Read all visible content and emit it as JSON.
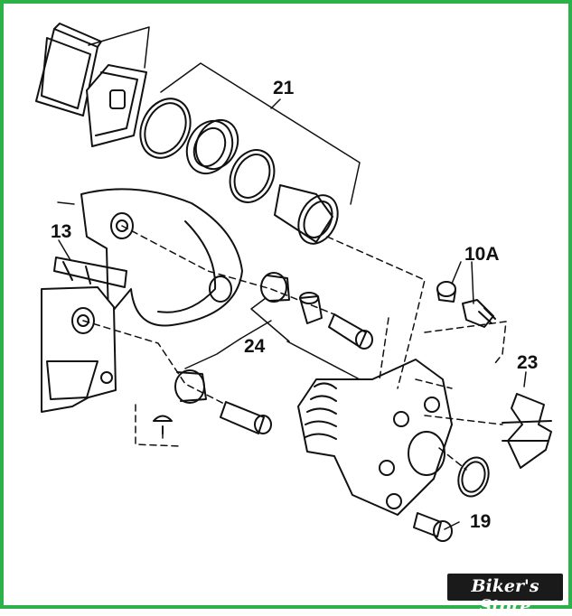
{
  "diagram": {
    "callouts": [
      "21",
      "13",
      "10A",
      "23",
      "24",
      "19"
    ],
    "colors": {
      "border": "#2db24a",
      "line": "#111111",
      "watermark_bg": "#1a1a1a",
      "watermark_text": "#ffffff"
    }
  },
  "watermark": {
    "text": "Biker's Store"
  }
}
